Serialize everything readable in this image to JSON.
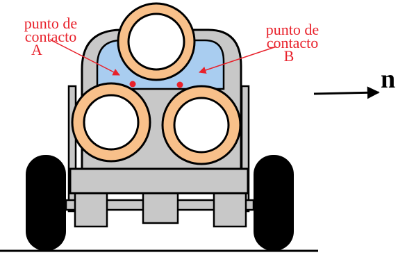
{
  "labels": {
    "contact_a_line1": "punto de",
    "contact_a_line2": "contacto",
    "contact_a_letter": "A",
    "contact_b_line1": "punto de",
    "contact_b_line2": "contacto",
    "contact_b_letter": "B",
    "normal_vector": "n"
  },
  "colors": {
    "label_red": "#e8212b",
    "pipe_orange": "#f8c08a",
    "truck_gray": "#c8c8c8",
    "cab_window_blue": "#a9cdf0",
    "tire_black": "#000000",
    "outline": "#000000"
  }
}
